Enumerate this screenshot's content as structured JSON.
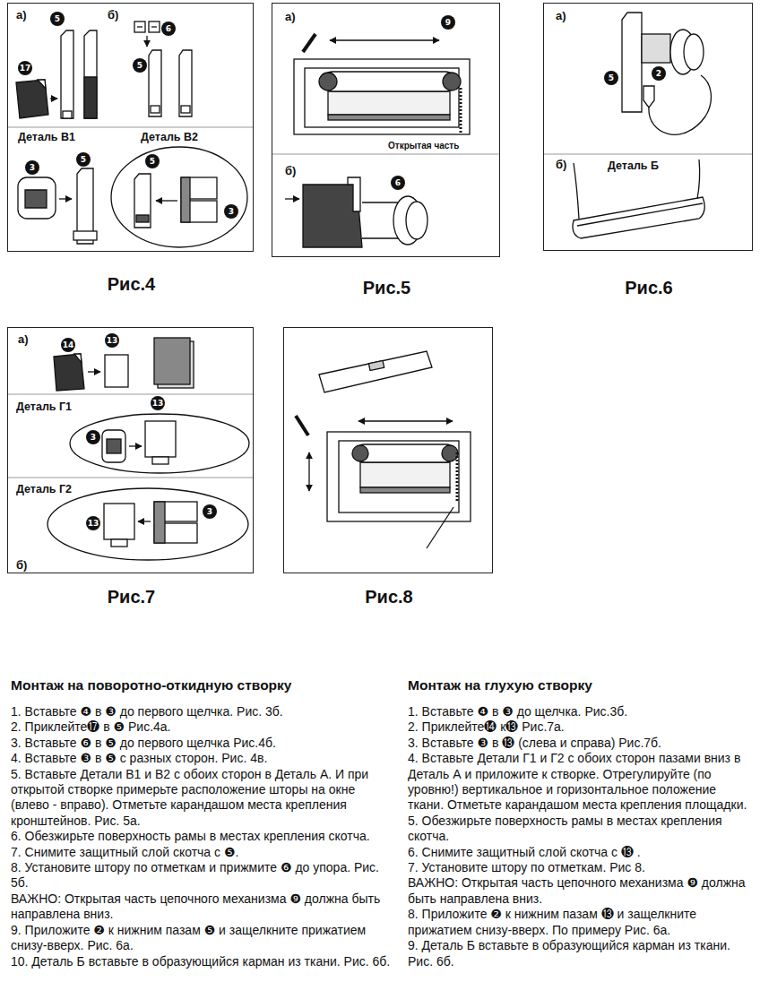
{
  "diagram": {
    "nodes": [
      {
        "text": [
          "Рис.4"
        ]
      },
      {
        "text": [
          "Рис.5"
        ]
      },
      {
        "text": [
          "Рис.6"
        ]
      },
      {
        "text": [
          "Рис.7"
        ]
      },
      {
        "text": [
          "Рис.8"
        ]
      }
    ],
    "labels": [
      "а)",
      "5",
      "б)",
      "6",
      "17",
      "5",
      "Деталь В1",
      "Деталь В2",
      "3",
      "5",
      "5",
      "3",
      "а)",
      "9",
      "Открытая часть",
      "б)",
      "6",
      "а)",
      "5",
      "2",
      "б)",
      "Деталь Б",
      "а)",
      "14",
      "13",
      "Деталь Г1",
      "3",
      "13",
      "Деталь Г2",
      "3",
      "13",
      "б)",
      "Монтаж на поворотно-откидную створку",
      "1. Вставьте ❹ в ❸ до первого щелчка. Рис. 3б.",
      "2. Приклейте⓱ в ❺ Рис.4а.",
      "3. Вставьте ❻ в ❺ до первого щелчка Рис.4б.",
      "4. Вставьте ❸ в ❺ с разных сторон. Рис. 4в.",
      "5. Вставьте Детали В1 и В2 с обоих сторон в Деталь А. И при открытой створке примерьте расположение шторы на окне (влево - вправо). Отметьте карандашом места крепления кронштейнов.  Рис. 5а.",
      "6. Обезжирьте поверхность рамы в местах крепления скотча.",
      "7. Снимите защитный слой скотча с ❺.",
      "8. Установите штору по отметкам и прижмите ❻ до упора. Рис. 5б.",
      "ВАЖНО: Открытая часть цепочного механизма ❾ должна быть направлена вниз.",
      "9. Приложите ❷ к нижним пазам ❺ и защелкните прижатием снизу-вверх. Рис. 6а.",
      "10. Деталь Б вставьте в образующийся карман из ткани. Рис. 6б.",
      "Монтаж на глухую створку",
      "1. Вставьте ❹ в ❸ до щелчка. Рис.3б.",
      "2. Приклейте⓮ к⓭ Рис.7а.",
      "3. Вставьте ❸ в ⓭ (слева и справа) Рис.7б.",
      "4. Вставьте Детали Г1 и Г2 с обоих сторон пазами вниз в Деталь А и приложите к створке. Отрегулируйте (по уровню!) вертикальное и горизонтальное положение ткани. Отметьте карандашом места крепления площадки.",
      "5. Обезжирьте поверхность рамы в местах крепления скотча.",
      "6. Снимите защитный слой скотча с ⓭ .",
      "7. Установите штору по отметкам. Рис 8.",
      "ВАЖНО: Открытая часть цепочного механизма ❾ должна быть направлена вниз.",
      "8. Приложите ❷ к нижним пазам ⓭ и защелкните прижатием снизу-вверх. По примеру Рис. 6а.",
      "9. Деталь Б вставьте в образующийся карман из ткани. Рис. 6б."
    ]
  }
}
